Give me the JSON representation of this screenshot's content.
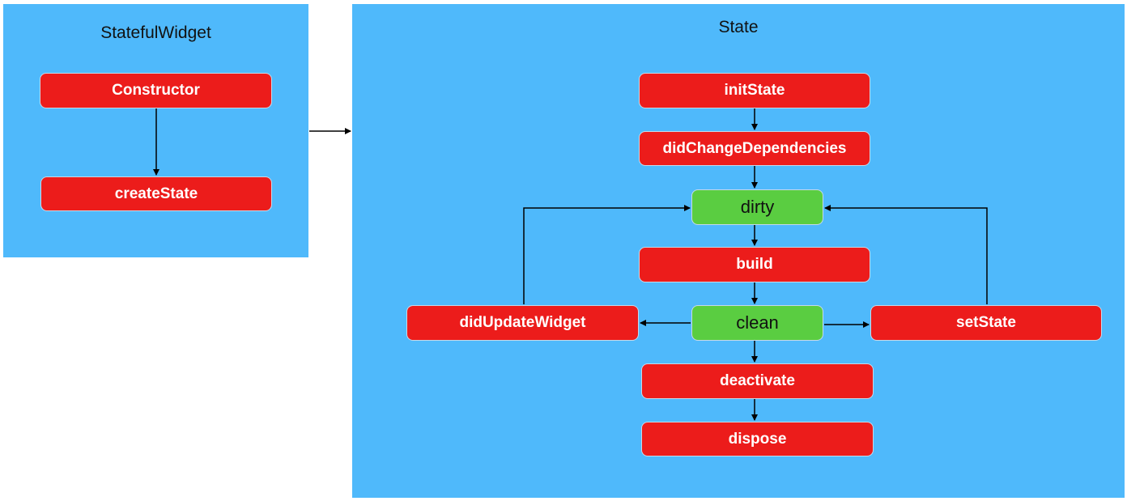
{
  "stateful_widget": {
    "title": "StatefulWidget",
    "nodes": {
      "constructor": "Constructor",
      "create_state": "createState"
    }
  },
  "state": {
    "title": "State",
    "nodes": {
      "init_state": "initState",
      "did_change_dependencies": "didChangeDependencies",
      "dirty": "dirty",
      "build": "build",
      "clean": "clean",
      "did_update_widget": "didUpdateWidget",
      "set_state": "setState",
      "deactivate": "deactivate",
      "dispose": "dispose"
    }
  },
  "colors": {
    "panel_background": "#4fb9fb",
    "method_node": "#ec1c1b",
    "status_node": "#5acd41",
    "connector": "#000000"
  }
}
